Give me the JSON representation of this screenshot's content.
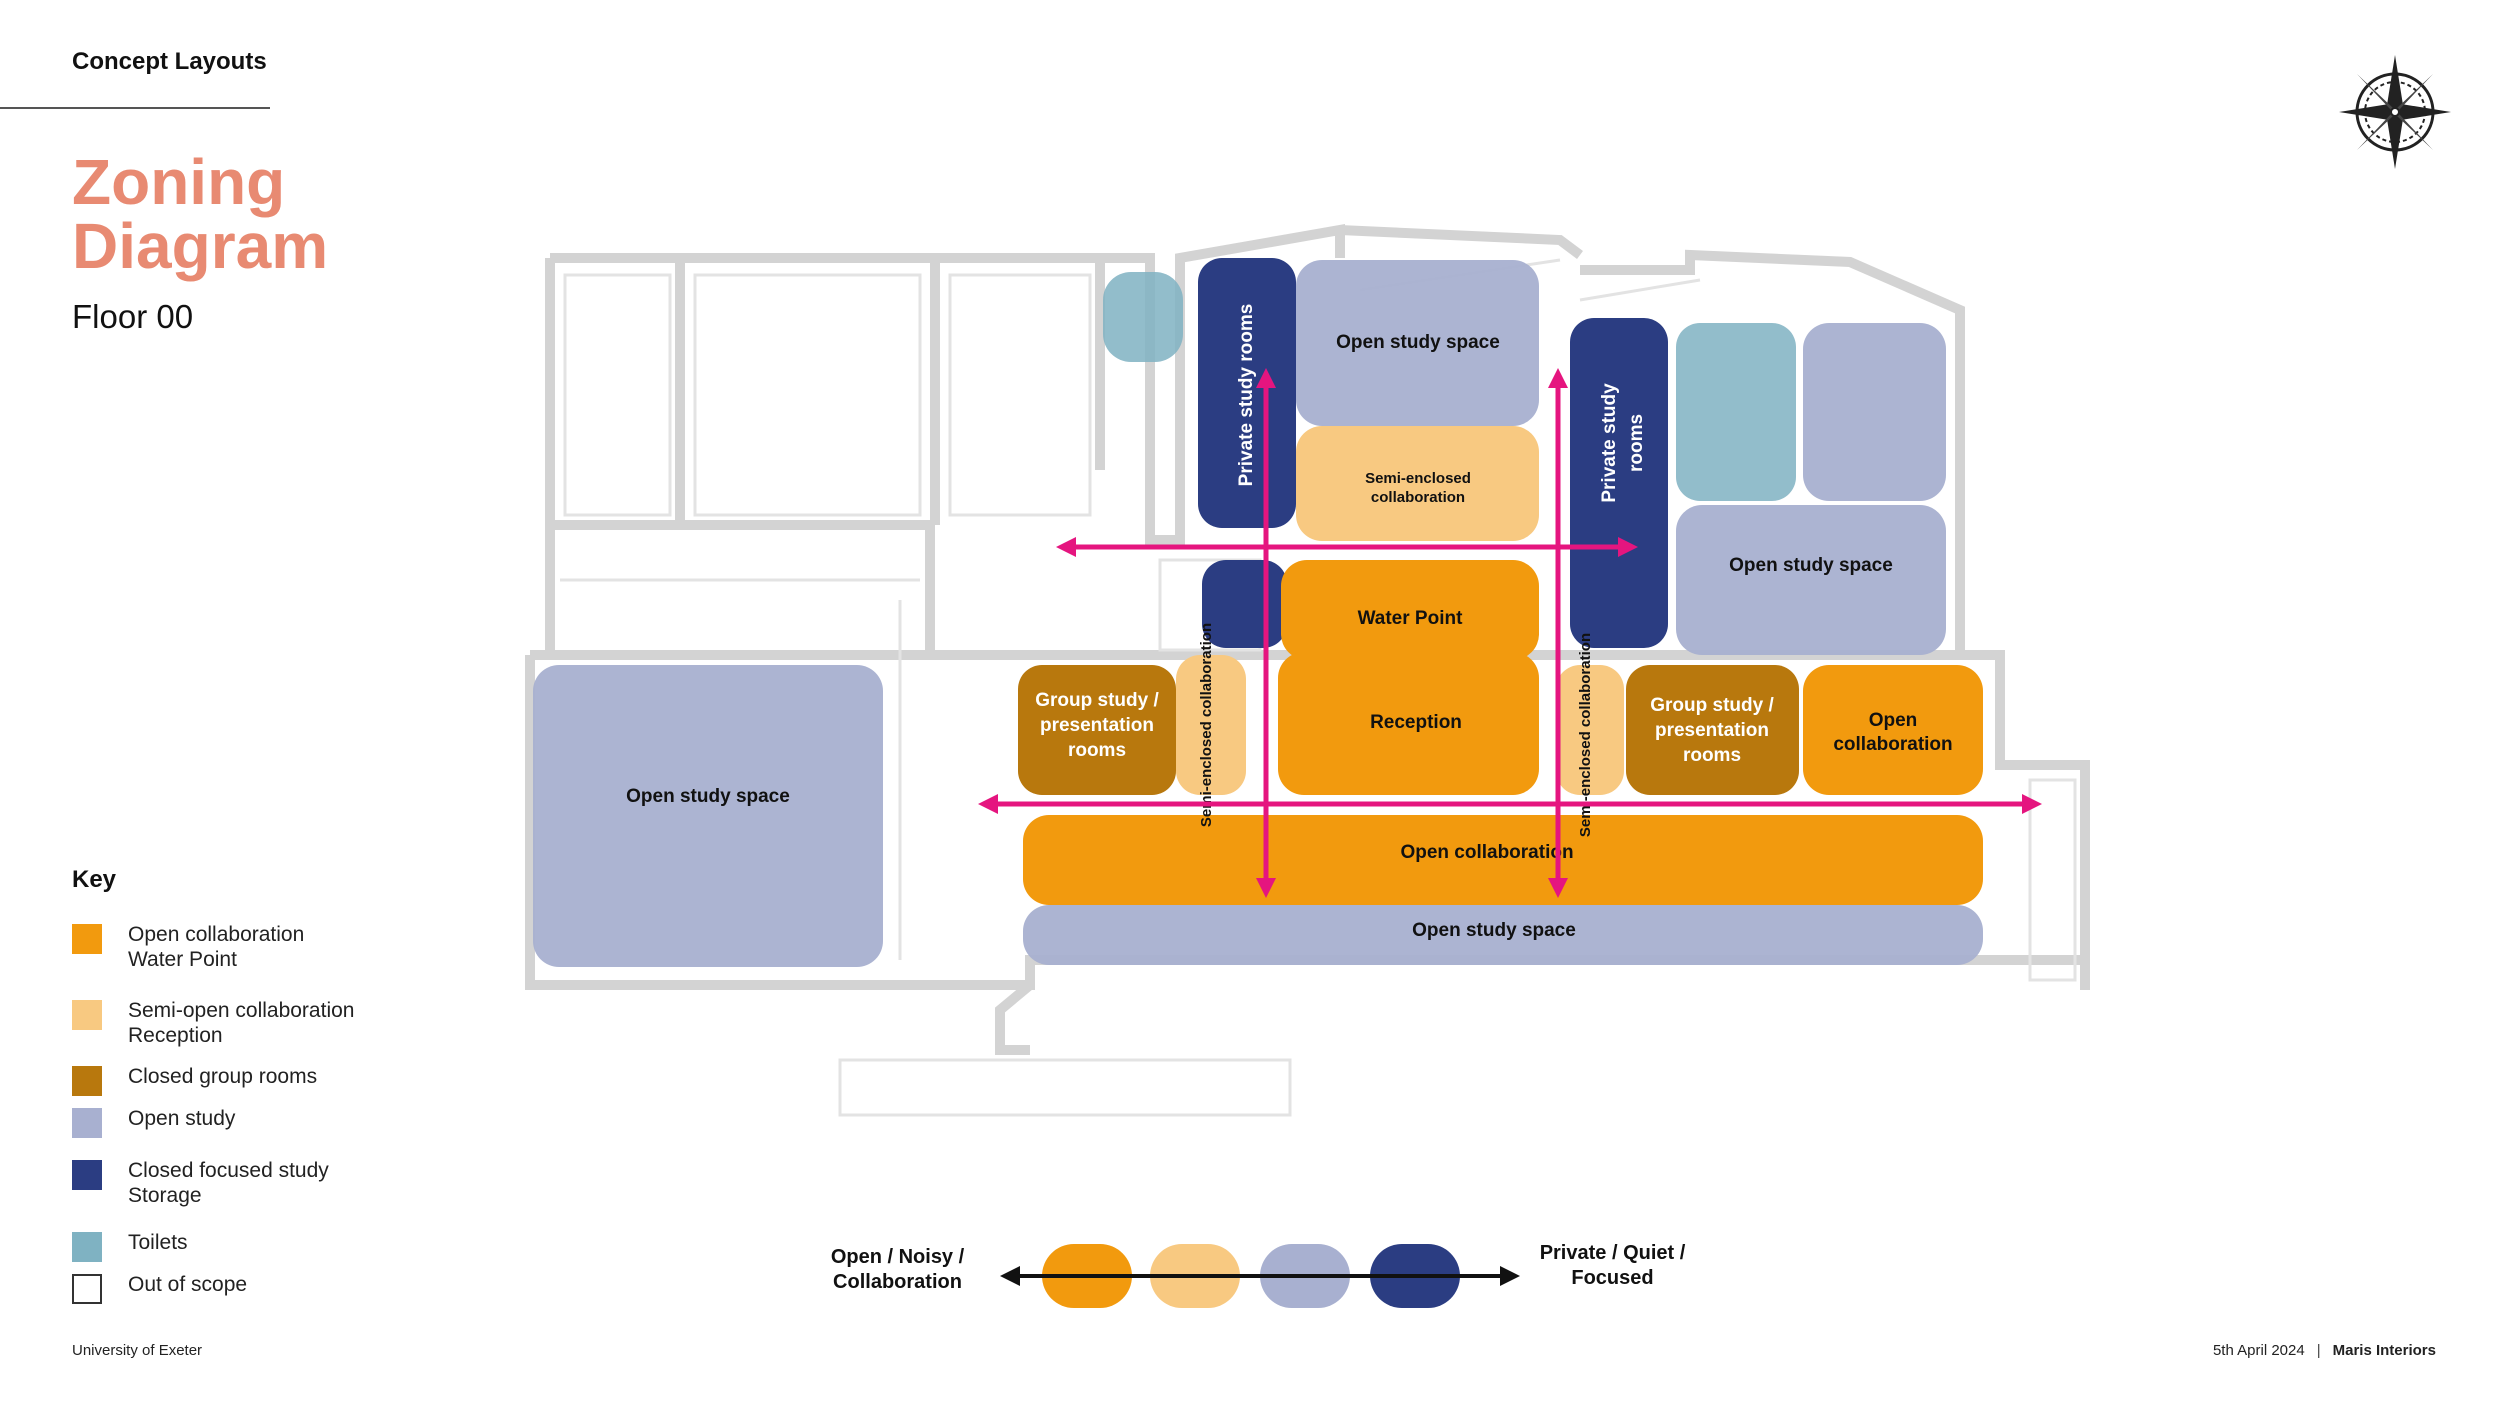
{
  "header": {
    "section": "Concept Layouts",
    "title_line1": "Zoning",
    "title_line2": "Diagram",
    "subtitle": "Floor 00"
  },
  "key": {
    "title": "Key",
    "items": [
      {
        "line1": "Open collaboration",
        "line2": "Water Point",
        "color": "#f29a0e"
      },
      {
        "line1": "Semi-open collaboration",
        "line2": "Reception",
        "color": "#f8c981"
      },
      {
        "line1": "Closed group rooms",
        "line2": "",
        "color": "#b8780d"
      },
      {
        "line1": "Open study",
        "line2": "",
        "color": "#a8b0d0"
      },
      {
        "line1": "Closed focused study",
        "line2": "Storage",
        "color": "#2b3d82"
      },
      {
        "line1": "Toilets",
        "line2": "",
        "color": "#7fb2c2"
      },
      {
        "line1": "Out of scope",
        "line2": "",
        "color": "#ffffff"
      }
    ]
  },
  "colors": {
    "open_collab": "#f29a0e",
    "semi_open": "#f8c981",
    "closed_group": "#b8780d",
    "open_study": "#a8b0d0",
    "closed_focus": "#2b3d82",
    "toilets": "#7fb2c2",
    "arrow": "#e5157f",
    "title": "#e88a72"
  },
  "zones": {
    "open_study_left": "Open study space",
    "open_study_top": "Open study space",
    "open_study_right": "Open study space",
    "open_study_bottom": "Open study space",
    "private_study_1": "Private study rooms",
    "private_study_2_l1": "Private study",
    "private_study_2_l2": "rooms",
    "semi_enclosed_top_l1": "Semi-enclosed",
    "semi_enclosed_top_l2": "collaboration",
    "semi_enclosed_v1": "Semi-enclosed collaboration",
    "semi_enclosed_v2": "Semi-enclosed collaboration",
    "water_point": "Water Point",
    "reception": "Reception",
    "group_study_l_l1": "Group study /",
    "group_study_l_l2": "presentation",
    "group_study_l_l3": "rooms",
    "group_study_r_l1": "Group study /",
    "group_study_r_l2": "presentation",
    "group_study_r_l3": "rooms",
    "open_collab_right_l1": "Open",
    "open_collab_right_l2": "collaboration",
    "open_collab_bottom": "Open collaboration"
  },
  "scale": {
    "left_l1": "Open / Noisy /",
    "left_l2": "Collaboration",
    "right_l1": "Private / Quiet /",
    "right_l2": "Focused"
  },
  "footer": {
    "left": "University of Exeter",
    "date": "5th April 2024",
    "separator": "|",
    "company": "Maris Interiors"
  }
}
